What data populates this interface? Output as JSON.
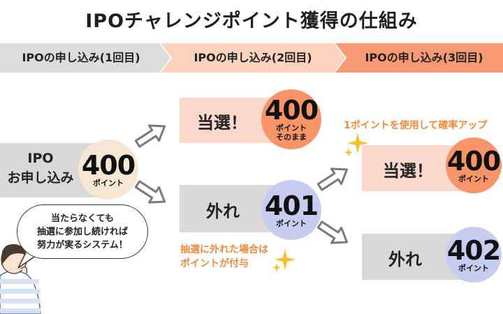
{
  "title": "IPOチャレンジポイント獲得の仕組み",
  "banners": [
    "IPOの申し込み(1回目)",
    "IPOの申し込み(2回目)",
    "IPOの申し込み(3回目)"
  ],
  "start": {
    "label_line1": "IPO",
    "label_line2": "お申し込み",
    "points": "400",
    "unit": "ポイント"
  },
  "round2": {
    "win": {
      "label": "当選！",
      "points": "400",
      "unit_line1": "ポイント",
      "unit_line2": "そのまま"
    },
    "lose": {
      "label": "外れ",
      "points": "401",
      "unit": "ポイント"
    },
    "note_line1": "抽選に外れた場合は",
    "note_line2": "ポイントが付与"
  },
  "round3": {
    "note": "1ポイントを使用して確率アップ",
    "win": {
      "label": "当選！",
      "points": "400",
      "unit": "ポイント"
    },
    "lose": {
      "label": "外れ",
      "points": "402",
      "unit": "ポイント"
    }
  },
  "bubble": {
    "line1": "当たらなくても",
    "line2": "抽選に参加し続ければ",
    "line3": "努力が実るシステム！"
  },
  "colors": {
    "banner1": "#dcdcdc",
    "banner2": "#fbd3bd",
    "banner3": "#f79a73",
    "circle_orange": "#f79468",
    "circle_blue": "#c7cdef",
    "circle_beige": "#f6e7d4",
    "box_pink": "#fbd8cc",
    "box_gray": "#d9d9d9",
    "note": "#f08a3c"
  },
  "icons": [
    "arrow-icon",
    "sparkle-icon",
    "person-illustration"
  ]
}
